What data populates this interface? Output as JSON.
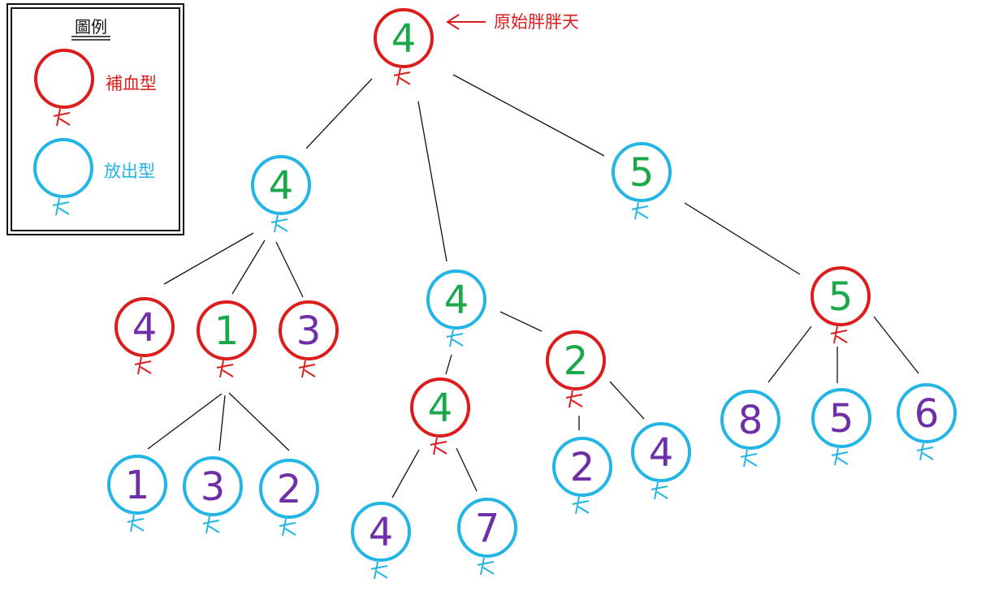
{
  "legend": {
    "title": "圖例",
    "items": [
      {
        "label": "補血型",
        "type": "red"
      },
      {
        "label": "放出型",
        "type": "blue"
      }
    ]
  },
  "annotation": {
    "text": "原始胖胖天",
    "arrow": "left-arrow"
  },
  "colors": {
    "red": "#dd1c1c",
    "blue": "#22b5e6",
    "green": "#1aa84a",
    "purple": "#6e2fa8",
    "line": "#111111"
  },
  "tree": {
    "id": "root",
    "value": "4",
    "type": "red",
    "digit_color": "green",
    "children": [
      {
        "id": "a",
        "value": "4",
        "type": "blue",
        "digit_color": "green",
        "children": [
          {
            "id": "a1",
            "value": "4",
            "type": "red",
            "digit_color": "purple"
          },
          {
            "id": "a2",
            "value": "1",
            "type": "red",
            "digit_color": "green",
            "children": [
              {
                "id": "a2a",
                "value": "1",
                "type": "blue",
                "digit_color": "purple"
              },
              {
                "id": "a2b",
                "value": "3",
                "type": "blue",
                "digit_color": "purple"
              },
              {
                "id": "a2c",
                "value": "2",
                "type": "blue",
                "digit_color": "purple"
              }
            ]
          },
          {
            "id": "a3",
            "value": "3",
            "type": "red",
            "digit_color": "purple"
          }
        ]
      },
      {
        "id": "b",
        "value": "4",
        "type": "blue",
        "digit_color": "green",
        "children": [
          {
            "id": "b1",
            "value": "4",
            "type": "red",
            "digit_color": "green",
            "children": [
              {
                "id": "b1a",
                "value": "4",
                "type": "blue",
                "digit_color": "purple"
              },
              {
                "id": "b1b",
                "value": "7",
                "type": "blue",
                "digit_color": "purple"
              }
            ]
          },
          {
            "id": "b2",
            "value": "2",
            "type": "red",
            "digit_color": "green",
            "children": [
              {
                "id": "b2a",
                "value": "2",
                "type": "blue",
                "digit_color": "purple"
              },
              {
                "id": "b2b",
                "value": "4",
                "type": "blue",
                "digit_color": "purple"
              }
            ]
          }
        ]
      },
      {
        "id": "c",
        "value": "5",
        "type": "blue",
        "digit_color": "green",
        "children": [
          {
            "id": "c1",
            "value": "5",
            "type": "red",
            "digit_color": "green",
            "children": [
              {
                "id": "c1a",
                "value": "8",
                "type": "blue",
                "digit_color": "purple"
              },
              {
                "id": "c1b",
                "value": "5",
                "type": "blue",
                "digit_color": "purple"
              },
              {
                "id": "c1c",
                "value": "6",
                "type": "blue",
                "digit_color": "purple"
              }
            ]
          }
        ]
      }
    ]
  }
}
